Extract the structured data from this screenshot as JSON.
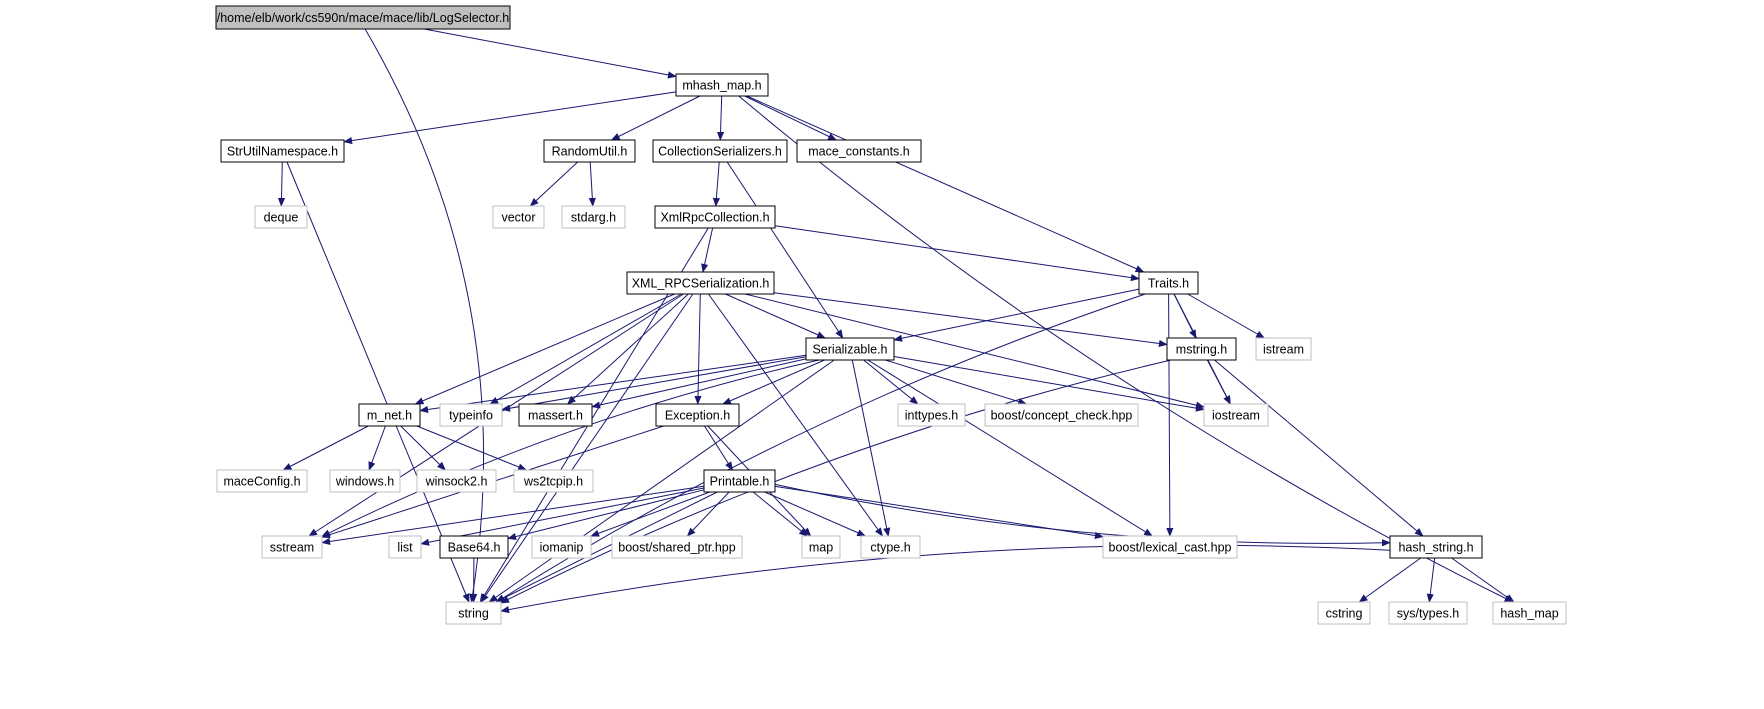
{
  "colors": {
    "edge": "#191970",
    "box_border_local": "#000000",
    "box_border_system": "#bfbfbf",
    "root_fill": "#bfbfbf",
    "node_fill": "#ffffff"
  },
  "nodes": [
    {
      "id": "root",
      "label": "/home/elb/work/cs590n/mace/mace/lib/LogSelector.h",
      "kind": "root"
    },
    {
      "id": "mhash_map",
      "label": "mhash_map.h",
      "kind": "local"
    },
    {
      "id": "strutil",
      "label": "StrUtilNamespace.h",
      "kind": "local"
    },
    {
      "id": "randomutil",
      "label": "RandomUtil.h",
      "kind": "local"
    },
    {
      "id": "collser",
      "label": "CollectionSerializers.h",
      "kind": "local"
    },
    {
      "id": "maceconst",
      "label": "mace_constants.h",
      "kind": "local"
    },
    {
      "id": "deque",
      "label": "deque",
      "kind": "system"
    },
    {
      "id": "vector",
      "label": "vector",
      "kind": "system"
    },
    {
      "id": "stdarg",
      "label": "stdarg.h",
      "kind": "system"
    },
    {
      "id": "xmlrpccoll",
      "label": "XmlRpcCollection.h",
      "kind": "local"
    },
    {
      "id": "xmlrpcser",
      "label": "XML_RPCSerialization.h",
      "kind": "local"
    },
    {
      "id": "traits",
      "label": "Traits.h",
      "kind": "local"
    },
    {
      "id": "serializable",
      "label": "Serializable.h",
      "kind": "local"
    },
    {
      "id": "mstring",
      "label": "mstring.h",
      "kind": "local"
    },
    {
      "id": "istream",
      "label": "istream",
      "kind": "system"
    },
    {
      "id": "mnet",
      "label": "m_net.h",
      "kind": "local"
    },
    {
      "id": "typeinfo",
      "label": "typeinfo",
      "kind": "system"
    },
    {
      "id": "massert",
      "label": "massert.h",
      "kind": "local"
    },
    {
      "id": "exception",
      "label": "Exception.h",
      "kind": "local"
    },
    {
      "id": "inttypes",
      "label": "inttypes.h",
      "kind": "system"
    },
    {
      "id": "conceptcheck",
      "label": "boost/concept_check.hpp",
      "kind": "system"
    },
    {
      "id": "iostream",
      "label": "iostream",
      "kind": "system"
    },
    {
      "id": "maceconfig",
      "label": "maceConfig.h",
      "kind": "system"
    },
    {
      "id": "windows",
      "label": "windows.h",
      "kind": "system"
    },
    {
      "id": "winsock2",
      "label": "winsock2.h",
      "kind": "system"
    },
    {
      "id": "ws2tcpip",
      "label": "ws2tcpip.h",
      "kind": "system"
    },
    {
      "id": "printable",
      "label": "Printable.h",
      "kind": "local"
    },
    {
      "id": "sstream",
      "label": "sstream",
      "kind": "system"
    },
    {
      "id": "list",
      "label": "list",
      "kind": "system"
    },
    {
      "id": "base64",
      "label": "Base64.h",
      "kind": "local"
    },
    {
      "id": "iomanip",
      "label": "iomanip",
      "kind": "system"
    },
    {
      "id": "sharedptr",
      "label": "boost/shared_ptr.hpp",
      "kind": "system"
    },
    {
      "id": "map",
      "label": "map",
      "kind": "system"
    },
    {
      "id": "ctype",
      "label": "ctype.h",
      "kind": "system"
    },
    {
      "id": "lexicalcast",
      "label": "boost/lexical_cast.hpp",
      "kind": "system"
    },
    {
      "id": "hashstring",
      "label": "hash_string.h",
      "kind": "local"
    },
    {
      "id": "string",
      "label": "string",
      "kind": "system"
    },
    {
      "id": "cstring",
      "label": "cstring",
      "kind": "system"
    },
    {
      "id": "systypes",
      "label": "sys/types.h",
      "kind": "system"
    },
    {
      "id": "hashmap",
      "label": "hash_map",
      "kind": "system"
    }
  ],
  "edges": [
    [
      "root",
      "mhash_map"
    ],
    [
      "root",
      "string"
    ],
    [
      "mhash_map",
      "strutil"
    ],
    [
      "mhash_map",
      "randomutil"
    ],
    [
      "mhash_map",
      "collser"
    ],
    [
      "mhash_map",
      "maceconst"
    ],
    [
      "mhash_map",
      "traits"
    ],
    [
      "mhash_map",
      "hashmap"
    ],
    [
      "strutil",
      "deque"
    ],
    [
      "strutil",
      "string"
    ],
    [
      "randomutil",
      "vector"
    ],
    [
      "randomutil",
      "stdarg"
    ],
    [
      "collser",
      "xmlrpccoll"
    ],
    [
      "collser",
      "serializable"
    ],
    [
      "xmlrpccoll",
      "xmlrpcser"
    ],
    [
      "xmlrpccoll",
      "traits"
    ],
    [
      "xmlrpccoll",
      "string"
    ],
    [
      "xmlrpcser",
      "serializable"
    ],
    [
      "xmlrpcser",
      "mstring"
    ],
    [
      "xmlrpcser",
      "mnet"
    ],
    [
      "xmlrpcser",
      "typeinfo"
    ],
    [
      "xmlrpcser",
      "massert"
    ],
    [
      "xmlrpcser",
      "exception"
    ],
    [
      "xmlrpcser",
      "iostream"
    ],
    [
      "xmlrpcser",
      "sstream"
    ],
    [
      "xmlrpcser",
      "ctype"
    ],
    [
      "xmlrpcser",
      "string"
    ],
    [
      "traits",
      "serializable"
    ],
    [
      "traits",
      "mstring"
    ],
    [
      "traits",
      "istream"
    ],
    [
      "traits",
      "iostream"
    ],
    [
      "traits",
      "lexicalcast"
    ],
    [
      "traits",
      "string"
    ],
    [
      "serializable",
      "mnet"
    ],
    [
      "serializable",
      "typeinfo"
    ],
    [
      "serializable",
      "massert"
    ],
    [
      "serializable",
      "exception"
    ],
    [
      "serializable",
      "inttypes"
    ],
    [
      "serializable",
      "conceptcheck"
    ],
    [
      "serializable",
      "iostream"
    ],
    [
      "serializable",
      "lexicalcast"
    ],
    [
      "serializable",
      "ctype"
    ],
    [
      "serializable",
      "string"
    ],
    [
      "serializable",
      "sstream"
    ],
    [
      "mstring",
      "iostream"
    ],
    [
      "mstring",
      "hashstring"
    ],
    [
      "mstring",
      "string"
    ],
    [
      "mnet",
      "maceconfig"
    ],
    [
      "mnet",
      "windows"
    ],
    [
      "mnet",
      "winsock2"
    ],
    [
      "mnet",
      "ws2tcpip"
    ],
    [
      "exception",
      "printable"
    ],
    [
      "exception",
      "sstream"
    ],
    [
      "exception",
      "map"
    ],
    [
      "printable",
      "sstream"
    ],
    [
      "printable",
      "list"
    ],
    [
      "printable",
      "base64"
    ],
    [
      "printable",
      "iomanip"
    ],
    [
      "printable",
      "sharedptr"
    ],
    [
      "printable",
      "map"
    ],
    [
      "printable",
      "ctype"
    ],
    [
      "printable",
      "lexicalcast"
    ],
    [
      "printable",
      "hashstring"
    ],
    [
      "printable",
      "string"
    ],
    [
      "base64",
      "string"
    ],
    [
      "hashstring",
      "cstring"
    ],
    [
      "hashstring",
      "systypes"
    ],
    [
      "hashstring",
      "hashmap"
    ],
    [
      "hashstring",
      "string"
    ]
  ]
}
